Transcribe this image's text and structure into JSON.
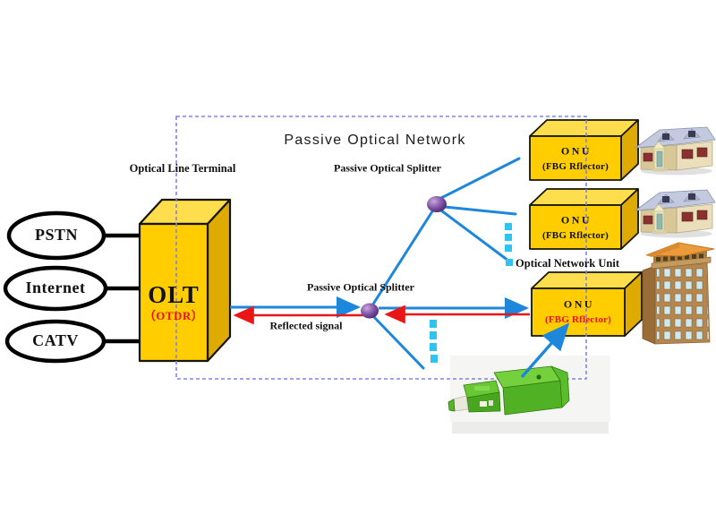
{
  "diagram_title": "Passive Optical Network",
  "services": [
    {
      "label": "PSTN"
    },
    {
      "label": "Internet"
    },
    {
      "label": "CATV"
    }
  ],
  "olt": {
    "caption": "Optical Line Terminal",
    "label": "OLT",
    "sublabel": "（OTDR）"
  },
  "splitters": [
    {
      "label": "Passive Optical Splitter"
    },
    {
      "label": "Passive Optical Splitter"
    }
  ],
  "signals": {
    "reflected_label": "Reflected signal"
  },
  "onu": {
    "caption": "Optical Network Unit",
    "units": [
      {
        "name": "ONU",
        "sub": "(FBG Rflector)"
      },
      {
        "name": "ONU",
        "sub": "(FBG Rflector)"
      },
      {
        "name": "ONU",
        "sub": "(FBG Rflector)"
      }
    ]
  },
  "icons": {
    "splitter_node": "splitter-node",
    "house": "house-icon",
    "building": "office-building-icon",
    "connector": "fiber-connector-photo"
  },
  "colors": {
    "box_yellow": "#ffcd00",
    "box_yellow_top": "#ffde4e",
    "box_yellow_side": "#e0ab00",
    "line_blue": "#1d87dc",
    "line_red": "#ea1515",
    "dash_border": "#8282ea",
    "dot_cyan": "#2fc4f0",
    "splitter_purple": "#6b3f93",
    "onu3_sub_red": "#ee1111"
  }
}
